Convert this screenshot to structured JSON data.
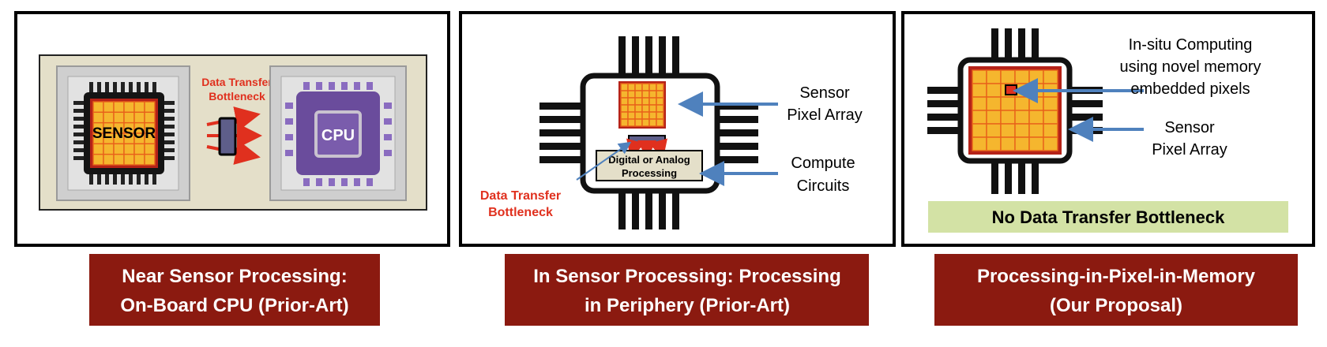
{
  "panels": [
    {
      "sensor_label": "SENSOR",
      "cpu_label": "CPU",
      "bottleneck_line1": "Data Transfer",
      "bottleneck_line2": "Bottleneck",
      "caption_line1": "Near Sensor Processing:",
      "caption_line2": "On-Board CPU (Prior-Art)"
    },
    {
      "sensor_line1": "Sensor",
      "sensor_line2": "Pixel Array",
      "compute_line1": "Compute",
      "compute_line2": "Circuits",
      "processing_line1": "Digital or Analog",
      "processing_line2": "Processing",
      "bottleneck_line1": "Data Transfer",
      "bottleneck_line2": "Bottleneck",
      "caption_line1": "In Sensor Processing: Processing",
      "caption_line2": "in Periphery (Prior-Art)"
    },
    {
      "insitu_line1": "In-situ Computing",
      "insitu_line2": "using novel memory",
      "insitu_line3": "embedded pixels",
      "sensor_line1": "Sensor",
      "sensor_line2": "Pixel Array",
      "no_bottleneck": "No Data Transfer Bottleneck",
      "caption_line1": "Processing-in-Pixel-in-Memory",
      "caption_line2": "(Our Proposal)"
    }
  ],
  "colors": {
    "pixel_fill": "#f5b62e",
    "pixel_grid": "#e8611a",
    "chip_dark": "#111111",
    "cpu_purple": "#6a4c9c",
    "arrow_red": "#e0301e",
    "arrow_blue": "#4f81bd",
    "caption_bg": "#8b1a10",
    "green_banner": "#d3e2a5",
    "tan_board": "#e4dfc9"
  }
}
